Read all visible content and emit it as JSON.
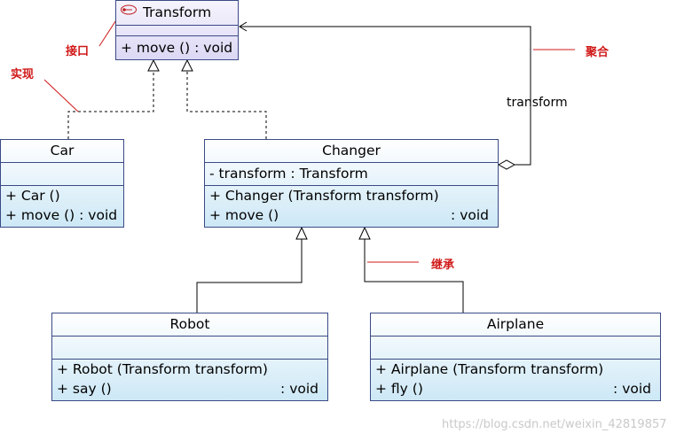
{
  "classes": {
    "transform": {
      "name": "Transform",
      "attributes": [],
      "methods": [
        {
          "text": "+ move () : void",
          "ret": ""
        }
      ]
    },
    "car": {
      "name": "Car",
      "attributes": [],
      "methods": [
        {
          "text": "+ Car ()",
          "ret": ""
        },
        {
          "text": "+ move () : void",
          "ret": ""
        }
      ]
    },
    "changer": {
      "name": "Changer",
      "attributes": [
        {
          "text": "- transform : Transform"
        }
      ],
      "methods": [
        {
          "text": "+ Changer (Transform transform)",
          "ret": ""
        },
        {
          "text": "+ move ()",
          "ret": ": void"
        }
      ]
    },
    "robot": {
      "name": "Robot",
      "attributes": [],
      "methods": [
        {
          "text": "+ Robot (Transform transform)",
          "ret": ""
        },
        {
          "text": "+ say ()",
          "ret": ": void"
        }
      ]
    },
    "airplane": {
      "name": "Airplane",
      "attributes": [],
      "methods": [
        {
          "text": "+ Airplane (Transform transform)",
          "ret": ""
        },
        {
          "text": "+ fly ()",
          "ret": ": void"
        }
      ]
    }
  },
  "labels": {
    "interface": "接口",
    "realization": "实现",
    "aggregation": "聚合",
    "inheritance": "继承",
    "role": "transform"
  },
  "watermark": "https://blog.csdn.net/weixin_42819857",
  "colors": {
    "annotation": "#d01818",
    "border": "#3a4a86",
    "line": "#000000"
  }
}
